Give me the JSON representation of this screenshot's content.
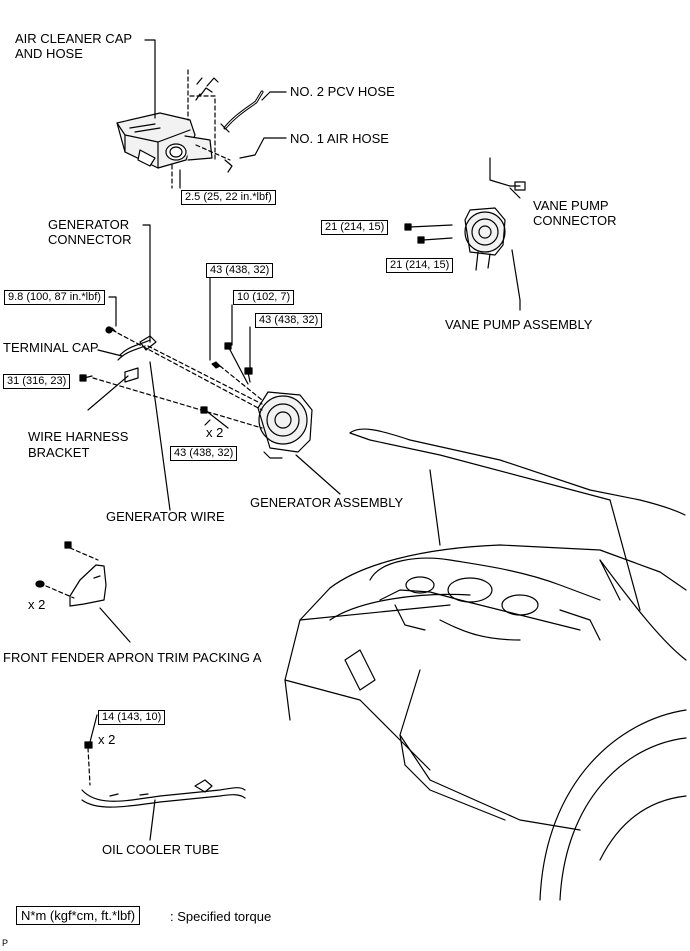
{
  "labels": {
    "air_cleaner_cap_line1": "AIR CLEANER CAP",
    "air_cleaner_cap_line2": "AND HOSE",
    "pcv_hose": "NO. 2 PCV HOSE",
    "air_hose": "NO. 1 AIR HOSE",
    "vane_pump_connector_line1": "VANE PUMP",
    "vane_pump_connector_line2": "CONNECTOR",
    "generator_connector_line1": "GENERATOR",
    "generator_connector_line2": "CONNECTOR",
    "vane_pump_assembly": "VANE PUMP ASSEMBLY",
    "terminal_cap": "TERMINAL CAP",
    "wire_harness_bracket_line1": "WIRE HARNESS",
    "wire_harness_bracket_line2": "BRACKET",
    "generator_wire": "GENERATOR WIRE",
    "generator_assembly": "GENERATOR ASSEMBLY",
    "front_fender_apron": "FRONT FENDER APRON TRIM PACKING A",
    "oil_cooler_tube": "OIL COOLER TUBE"
  },
  "torques": {
    "air_cleaner": "2.5 (25, 22 in.*lbf)",
    "vane_pump_upper": "21 (214, 15)",
    "vane_pump_lower": "21 (214, 15)",
    "gen_bolt_top": "43 (438, 32)",
    "gen_stud": "10 (102, 7)",
    "gen_bolt_mid": "43 (438, 32)",
    "gen_bolt_bottom": "43 (438, 32)",
    "terminal_nut": "9.8 (100, 87 in.*lbf)",
    "bracket_bolt": "31 (316, 23)",
    "oil_cooler": "14 (143, 10)"
  },
  "multipliers": {
    "generator_bolts": "x 2",
    "fender_clips": "x 2",
    "oil_cooler_bolts": "x 2"
  },
  "legend": {
    "box_label": "N*m (kgf*cm, ft.*lbf)",
    "text": ": Specified torque"
  },
  "code": "P"
}
